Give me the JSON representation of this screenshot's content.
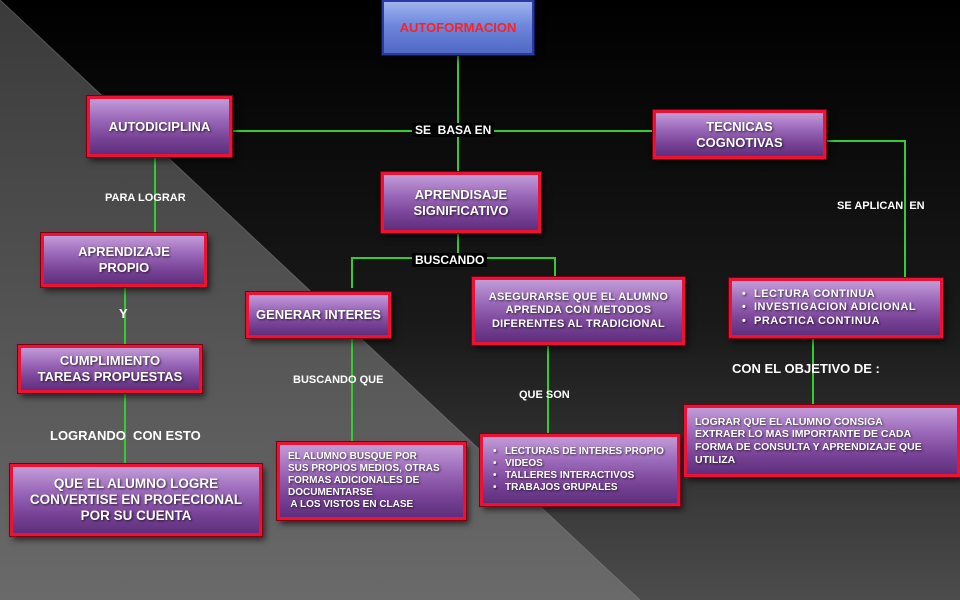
{
  "title": "AUTOFORMACION",
  "colors": {
    "connector": "#33cc33",
    "box_border": "#ee1133",
    "box_fill": "#8e5cb0",
    "title_text": "#ff2020"
  },
  "nodes": {
    "autodiciplina": "AUTODICIPLINA",
    "tecnicas": [
      "TECNICAS",
      "COGNOTIVAS"
    ],
    "aprendisaje": [
      "APRENDISAJE",
      "SIGNIFICATIVO"
    ],
    "aprendizaje_propio": [
      "APRENDIZAJE",
      "PROPIO"
    ],
    "cumplimiento": [
      "CUMPLIMIENTO",
      "TAREAS PROPUESTAS"
    ],
    "alumno_logre": [
      "QUE EL ALUMNO LOGRE",
      "CONVERTISE EN PROFECIONAL",
      "POR SU CUENTA"
    ],
    "generar_interes": "GENERAR INTERES",
    "asegurarse": [
      "ASEGURARSE QUE EL ALUMNO",
      "APRENDA CON METODOS",
      "DIFERENTES AL TRADICIONAL"
    ],
    "lectura_list": [
      "LECTURA CONTINUA",
      "INVESTIGACION ADICIONAL",
      "PRACTICA CONTINUA"
    ],
    "alumno_busque": [
      "EL ALUMNO BUSQUE POR",
      "SUS PROPIOS MEDIOS, OTRAS",
      "FORMAS ADICIONALES DE",
      "DOCUMENTARSE",
      " A LOS VISTOS EN CLASE"
    ],
    "lecturas_list": [
      "LECTURAS DE INTERES PROPIO",
      "VIDEOS",
      "TALLERES INTERACTIVOS",
      "TRABAJOS GRUPALES"
    ],
    "lograr": [
      "LOGRAR QUE EL ALUMNO CONSIGA",
      "EXTRAER LO MAS IMPORTANTE DE CADA",
      "FORMA DE CONSULTA Y APRENDIZAJE QUE",
      "UTILIZA"
    ]
  },
  "labels": {
    "se_basa_en": "SE  BASA EN",
    "para_lograr": "PARA LOGRAR",
    "se_aplican_en": "SE APLICAN  EN",
    "buscando": "BUSCANDO",
    "y": "Y",
    "buscando_que": "BUSCANDO QUE",
    "que_son": "QUE SON",
    "con_el_objetivo": "CON EL OBJETIVO DE :",
    "logrando": "LOGRANDO  CON ESTO"
  }
}
